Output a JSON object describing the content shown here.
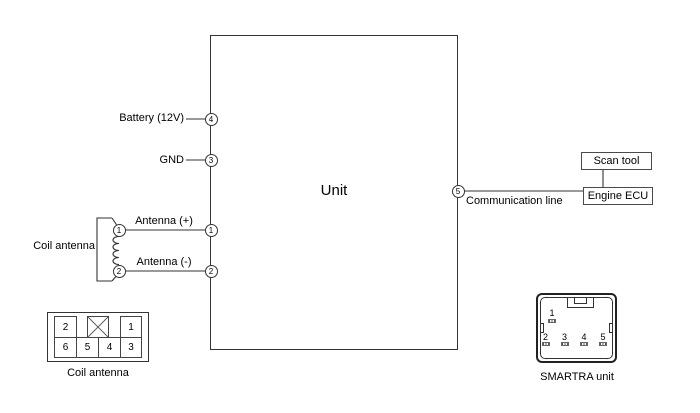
{
  "unit": {
    "label": "Unit"
  },
  "left_pins": {
    "battery": {
      "num": "4",
      "label": "Battery (12V)"
    },
    "gnd": {
      "num": "3",
      "label": "GND"
    },
    "antenna_plus": {
      "num": "1",
      "label": "Antenna (+)"
    },
    "antenna_minus": {
      "num": "2",
      "label": "Antenna (-)"
    }
  },
  "right_pin": {
    "num": "5",
    "label": "Communication line"
  },
  "coil": {
    "label": "Coil antenna",
    "top_pin": "1",
    "bottom_pin": "2"
  },
  "boxes": {
    "scan_tool": "Scan tool",
    "engine_ecu": "Engine ECU"
  },
  "coil_connector": {
    "label": "Coil antenna",
    "cells_top": [
      "2",
      "1"
    ],
    "cells_bottom": [
      "6",
      "5",
      "4",
      "3"
    ]
  },
  "smartra": {
    "label": "SMARTRA unit",
    "top_pin": "1",
    "bottom_pins": [
      "2",
      "3",
      "4",
      "5"
    ]
  },
  "colors": {
    "line": "#333333",
    "background": "#ffffff"
  }
}
